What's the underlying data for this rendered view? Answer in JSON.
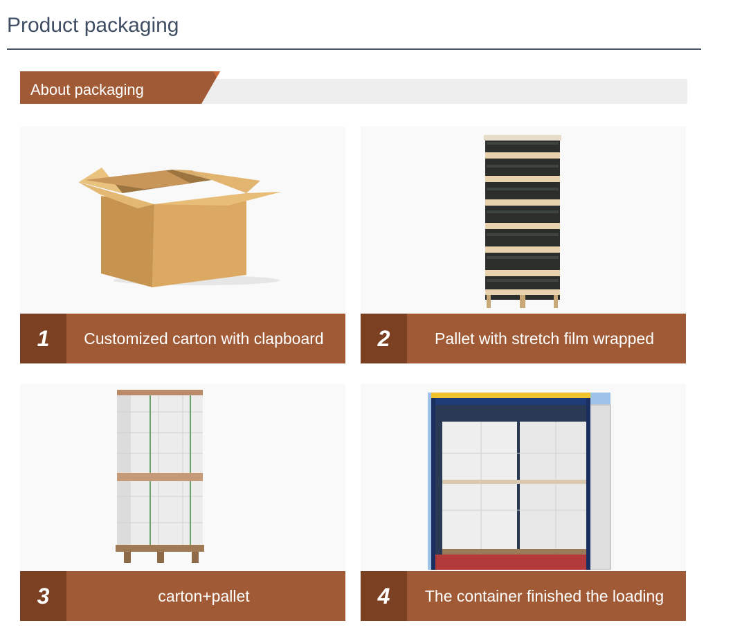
{
  "page_title": "Product packaging",
  "section": {
    "label": "About packaging"
  },
  "items": [
    {
      "number": "1",
      "caption": "Customized carton with clapboard"
    },
    {
      "number": "2",
      "caption": "Pallet with stretch film wrapped"
    },
    {
      "number": "3",
      "caption": "carton+pallet"
    },
    {
      "number": "4",
      "caption": "The container finished the loading"
    }
  ],
  "colors": {
    "title": "#3f4d63",
    "tab_bg": "#a05b36",
    "number_bg": "#7b3f22",
    "caption_bg": "#a05b36",
    "section_bar": "#eeeeee"
  }
}
